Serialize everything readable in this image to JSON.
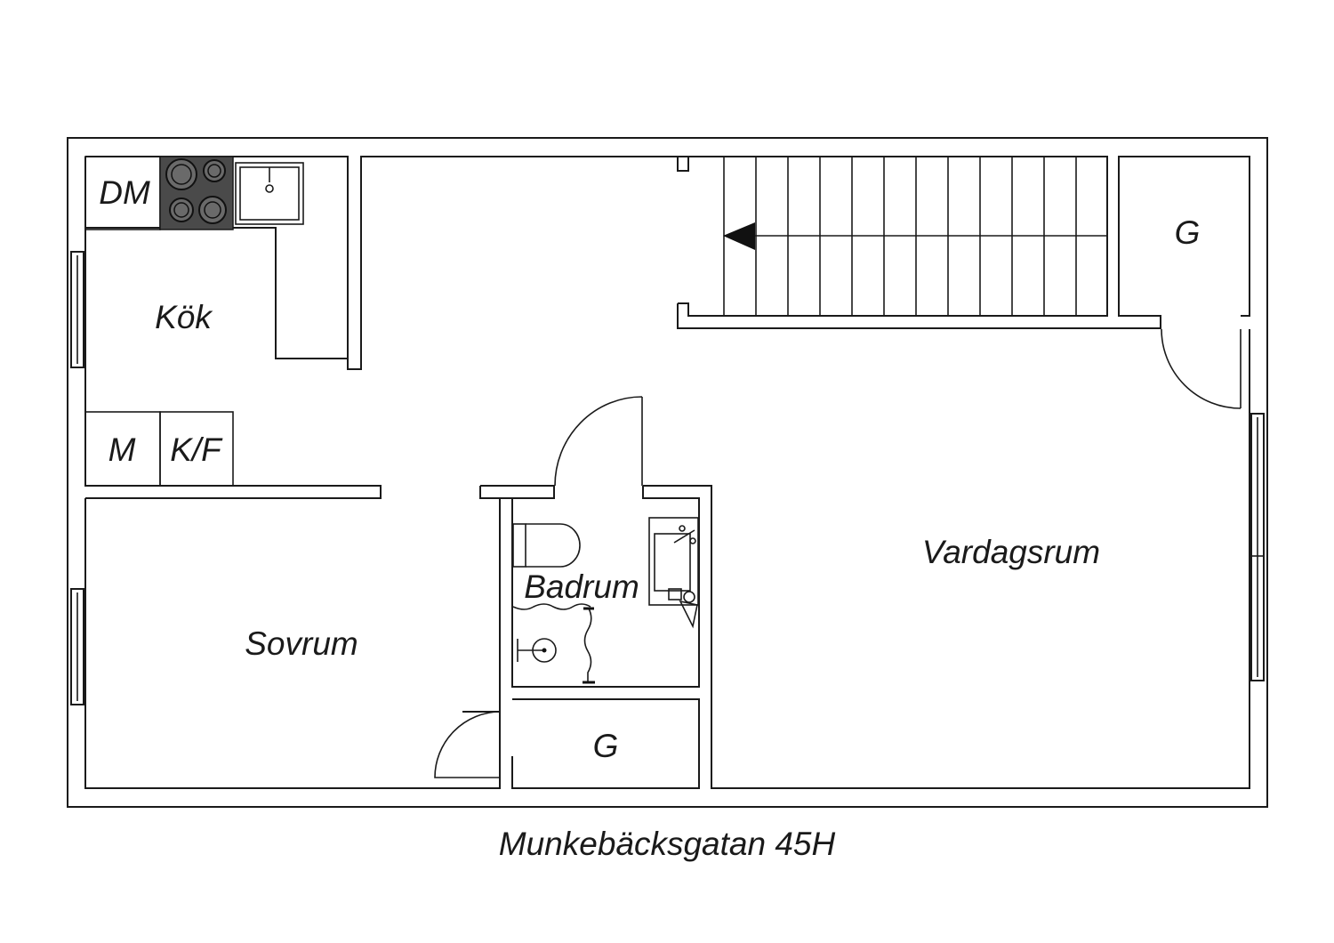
{
  "rooms": {
    "dm": "DM",
    "kok": "Kök",
    "m": "M",
    "kf": "K/F",
    "sovrum": "Sovrum",
    "badrum": "Badrum",
    "g_bath": "G",
    "g_top": "G",
    "vardagsrum": "Vardagsrum"
  },
  "address": "Munkebäcksgatan 45H",
  "icons": [
    "stove-icon",
    "sink-icon",
    "toilet-icon",
    "washbasin-icon",
    "shower-icon",
    "stair-arrow-icon",
    "door-swing-icon",
    "window-icon"
  ],
  "colors": {
    "line": "#1a1a1a",
    "stove": "#4a4a4a",
    "background": "#ffffff"
  }
}
